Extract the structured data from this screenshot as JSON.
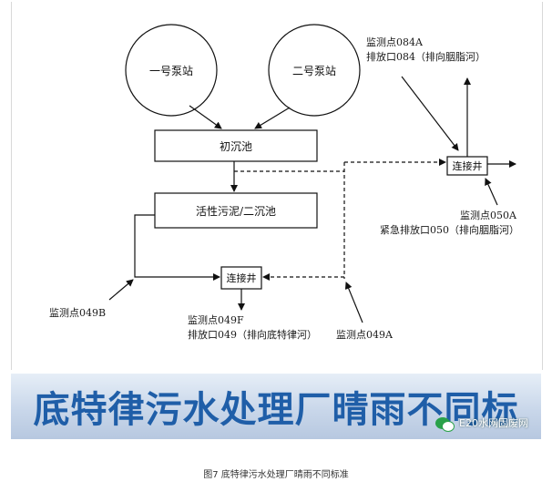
{
  "diagram": {
    "nodes": {
      "pump1": "一号泵站",
      "pump2": "二号泵站",
      "primary_clarifier": "初沉池",
      "activated_sludge": "活性污泥/二沉池",
      "junction_right": "连接井",
      "junction_bottom": "连接井"
    },
    "labels": {
      "m084a_line1": "监测点084A",
      "m084a_line2": "排放口084（排向胭脂河）",
      "m050a_line1": "监测点050A",
      "m050a_line2": "紧急排放口050（排向胭脂河）",
      "m049b": "监测点049B",
      "m049f_line1": "监测点049F",
      "m049f_line2": "排放口049（排向底特律河）",
      "m049a": "监测点049A"
    }
  },
  "banner": {
    "title": "底特律污水处理厂晴雨不同标",
    "watermark": "E20水网固废网",
    "watermark_icon": "wechat-icon"
  },
  "caption": "图7 底特律污水处理厂晴雨不同标准",
  "colors": {
    "banner_text": "#1f5ea8",
    "banner_bg": "#c9d7ea",
    "line": "#111111"
  }
}
